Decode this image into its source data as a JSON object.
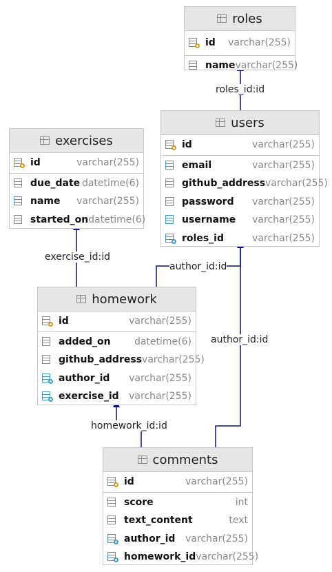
{
  "entities": {
    "roles": {
      "title": "roles",
      "columns": [
        {
          "name": "id",
          "type": "varchar(255)",
          "icon": "primary-key-icon"
        },
        {
          "name": "name",
          "type": "varchar(255)",
          "icon": "column-icon"
        }
      ]
    },
    "users": {
      "title": "users",
      "columns": [
        {
          "name": "id",
          "type": "varchar(255)",
          "icon": "primary-key-icon"
        },
        {
          "name": "email",
          "type": "varchar(255)",
          "icon": "indexed-column-icon"
        },
        {
          "name": "github_address",
          "type": "varchar(255)",
          "icon": "column-icon"
        },
        {
          "name": "password",
          "type": "varchar(255)",
          "icon": "column-icon"
        },
        {
          "name": "username",
          "type": "varchar(255)",
          "icon": "indexed-column-icon"
        },
        {
          "name": "roles_id",
          "type": "varchar(255)",
          "icon": "foreign-key-icon"
        }
      ]
    },
    "exercises": {
      "title": "exercises",
      "columns": [
        {
          "name": "id",
          "type": "varchar(255)",
          "icon": "primary-key-icon"
        },
        {
          "name": "due_date",
          "type": "datetime(6)",
          "icon": "column-icon"
        },
        {
          "name": "name",
          "type": "varchar(255)",
          "icon": "indexed-column-icon"
        },
        {
          "name": "started_on",
          "type": "datetime(6)",
          "icon": "column-icon"
        }
      ]
    },
    "homework": {
      "title": "homework",
      "columns": [
        {
          "name": "id",
          "type": "varchar(255)",
          "icon": "primary-key-icon"
        },
        {
          "name": "added_on",
          "type": "datetime(6)",
          "icon": "column-icon"
        },
        {
          "name": "github_address",
          "type": "varchar(255)",
          "icon": "column-icon"
        },
        {
          "name": "author_id",
          "type": "varchar(255)",
          "icon": "foreign-key-icon"
        },
        {
          "name": "exercise_id",
          "type": "varchar(255)",
          "icon": "foreign-key-icon"
        }
      ]
    },
    "comments": {
      "title": "comments",
      "columns": [
        {
          "name": "id",
          "type": "varchar(255)",
          "icon": "primary-key-icon"
        },
        {
          "name": "score",
          "type": "int",
          "icon": "column-icon"
        },
        {
          "name": "text_content",
          "type": "text",
          "icon": "column-icon"
        },
        {
          "name": "author_id",
          "type": "varchar(255)",
          "icon": "foreign-key-icon"
        },
        {
          "name": "homework_id",
          "type": "varchar(255)",
          "icon": "foreign-key-icon"
        }
      ]
    }
  },
  "relations": {
    "users_roles": "roles_id:id",
    "homework_exercises": "exercise_id:id",
    "homework_users": "author_id:id",
    "comments_users": "author_id:id",
    "comments_homework": "homework_id:id"
  },
  "colors": {
    "relation_line": "#0a0a8c",
    "header_bg": "#e6e6e6",
    "primary_key": "#d39b1c",
    "foreign_key": "#3e9ac9"
  }
}
